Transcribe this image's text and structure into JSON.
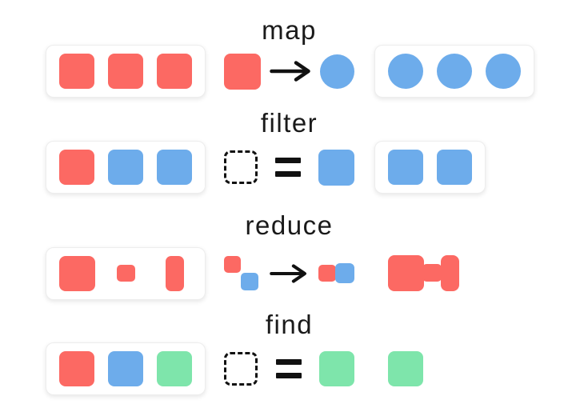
{
  "page": {
    "background": "#ffffff"
  },
  "colors": {
    "red": "#fc6963",
    "blue": "#6daceb",
    "green": "#7ee5ab",
    "ink": "#111111",
    "box_bg": "#ffffff",
    "box_border": "#ededed"
  },
  "rows": [
    {
      "label": "map",
      "input": {
        "boxed": true,
        "items": [
          {
            "kind": "shape",
            "shape": "square",
            "color": "red",
            "w": 44,
            "h": 44,
            "name": "red-square"
          },
          {
            "kind": "shape",
            "shape": "square",
            "color": "red",
            "w": 44,
            "h": 44,
            "name": "red-square"
          },
          {
            "kind": "shape",
            "shape": "square",
            "color": "red",
            "w": 44,
            "h": 44,
            "name": "red-square"
          }
        ]
      },
      "operation": [
        {
          "kind": "shape",
          "shape": "square",
          "color": "red",
          "w": 46,
          "h": 45,
          "name": "red-square"
        },
        {
          "kind": "glyph",
          "glyph": "arrow",
          "w": 53,
          "h": 30,
          "name": "arrow-icon"
        },
        {
          "kind": "shape",
          "shape": "circle",
          "color": "blue",
          "w": 43,
          "h": 43,
          "name": "blue-circle"
        }
      ],
      "output": {
        "boxed": true,
        "items": [
          {
            "kind": "shape",
            "shape": "circle",
            "color": "blue",
            "w": 44,
            "h": 44,
            "name": "blue-circle"
          },
          {
            "kind": "shape",
            "shape": "circle",
            "color": "blue",
            "w": 44,
            "h": 44,
            "name": "blue-circle"
          },
          {
            "kind": "shape",
            "shape": "circle",
            "color": "blue",
            "w": 44,
            "h": 44,
            "name": "blue-circle"
          }
        ]
      }
    },
    {
      "label": "filter",
      "input": {
        "boxed": true,
        "items": [
          {
            "kind": "shape",
            "shape": "square",
            "color": "red",
            "w": 44,
            "h": 44,
            "name": "red-square"
          },
          {
            "kind": "shape",
            "shape": "square",
            "color": "blue",
            "w": 44,
            "h": 44,
            "name": "blue-square"
          },
          {
            "kind": "shape",
            "shape": "square",
            "color": "blue",
            "w": 44,
            "h": 44,
            "name": "blue-square"
          }
        ]
      },
      "operation": [
        {
          "kind": "glyph",
          "glyph": "dashed",
          "w": 42,
          "h": 42,
          "name": "dashed-placeholder-square"
        },
        {
          "kind": "glyph",
          "glyph": "equals",
          "name": "equals-icon"
        },
        {
          "kind": "shape",
          "shape": "square",
          "color": "blue",
          "w": 45,
          "h": 45,
          "name": "blue-square"
        }
      ],
      "output": {
        "boxed": true,
        "items": [
          {
            "kind": "shape",
            "shape": "square",
            "color": "blue",
            "w": 44,
            "h": 44,
            "name": "blue-square"
          },
          {
            "kind": "shape",
            "shape": "square",
            "color": "blue",
            "w": 44,
            "h": 44,
            "name": "blue-square"
          }
        ]
      }
    },
    {
      "label": "reduce",
      "input": {
        "boxed": true,
        "items": [
          {
            "kind": "shape",
            "shape": "square",
            "color": "red",
            "w": 45,
            "h": 44,
            "r": 8,
            "name": "red-square-large"
          },
          {
            "kind": "shape",
            "shape": "square",
            "color": "red",
            "w": 23,
            "h": 21,
            "r": 5,
            "name": "red-square-small"
          },
          {
            "kind": "shape",
            "shape": "square",
            "color": "red",
            "w": 23,
            "h": 44,
            "r": 7,
            "name": "red-rect-tall"
          }
        ]
      },
      "operation": [
        {
          "kind": "group",
          "w": 44,
          "h": 43,
          "name": "red-blue-diagonal-pair",
          "children": [
            {
              "shape": "square",
              "color": "red",
              "w": 21,
              "h": 21,
              "r": 5,
              "x": 0,
              "y": 0,
              "name": "red-square-small"
            },
            {
              "shape": "square",
              "color": "blue",
              "w": 22,
              "h": 22,
              "r": 5,
              "x": 21,
              "y": 21,
              "name": "blue-square-small"
            }
          ]
        },
        {
          "kind": "glyph",
          "glyph": "arrow",
          "w": 48,
          "h": 28,
          "name": "arrow-icon"
        },
        {
          "kind": "group",
          "w": 45,
          "h": 25,
          "name": "red-blue-merged-pair",
          "children": [
            {
              "shape": "square",
              "color": "red",
              "w": 22,
              "h": 21,
              "r": 5,
              "x": 0,
              "y": 2,
              "name": "red-square-small"
            },
            {
              "shape": "square",
              "color": "blue",
              "w": 24,
              "h": 25,
              "r": 6,
              "x": 21,
              "y": 0,
              "name": "blue-square-small"
            }
          ]
        }
      ],
      "output": {
        "boxed": false,
        "items": [
          {
            "kind": "group",
            "w": 89,
            "h": 45,
            "name": "reduced-merged-shape",
            "children": [
              {
                "shape": "square",
                "color": "red",
                "w": 45,
                "h": 45,
                "r": 8,
                "x": 0,
                "y": 0,
                "name": "red-square-large"
              },
              {
                "shape": "square",
                "color": "red",
                "w": 24,
                "h": 22,
                "r": 5,
                "x": 43,
                "y": 11,
                "name": "red-connector"
              },
              {
                "shape": "square",
                "color": "red",
                "w": 23,
                "h": 45,
                "r": 8,
                "x": 66,
                "y": 0,
                "name": "red-rect-tall"
              }
            ]
          }
        ]
      }
    },
    {
      "label": "find",
      "input": {
        "boxed": true,
        "items": [
          {
            "kind": "shape",
            "shape": "square",
            "color": "red",
            "w": 44,
            "h": 44,
            "name": "red-square"
          },
          {
            "kind": "shape",
            "shape": "square",
            "color": "blue",
            "w": 44,
            "h": 44,
            "name": "blue-square"
          },
          {
            "kind": "shape",
            "shape": "square",
            "color": "green",
            "w": 44,
            "h": 44,
            "name": "green-square"
          }
        ]
      },
      "operation": [
        {
          "kind": "glyph",
          "glyph": "dashed",
          "w": 42,
          "h": 42,
          "name": "dashed-placeholder-square"
        },
        {
          "kind": "glyph",
          "glyph": "equals",
          "name": "equals-icon"
        },
        {
          "kind": "shape",
          "shape": "square",
          "color": "green",
          "w": 44,
          "h": 44,
          "name": "green-square"
        }
      ],
      "output": {
        "boxed": false,
        "items": [
          {
            "kind": "shape",
            "shape": "square",
            "color": "green",
            "w": 44,
            "h": 44,
            "name": "green-square"
          }
        ]
      }
    }
  ]
}
